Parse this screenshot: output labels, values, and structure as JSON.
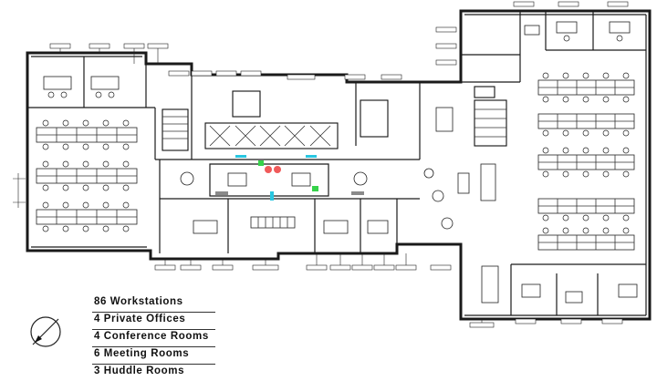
{
  "summary": {
    "items": [
      "86 Workstations",
      "4 Private Offices",
      "4 Conference Rooms",
      "6 Meeting Rooms",
      "3 Huddle Rooms"
    ]
  },
  "icons": {
    "compass": "north-arrow-icon"
  },
  "colors": {
    "accent_cyan": "#29c6e0",
    "accent_green": "#36d24a",
    "accent_red": "#f05a5a",
    "walls": "#1a1a1a"
  }
}
